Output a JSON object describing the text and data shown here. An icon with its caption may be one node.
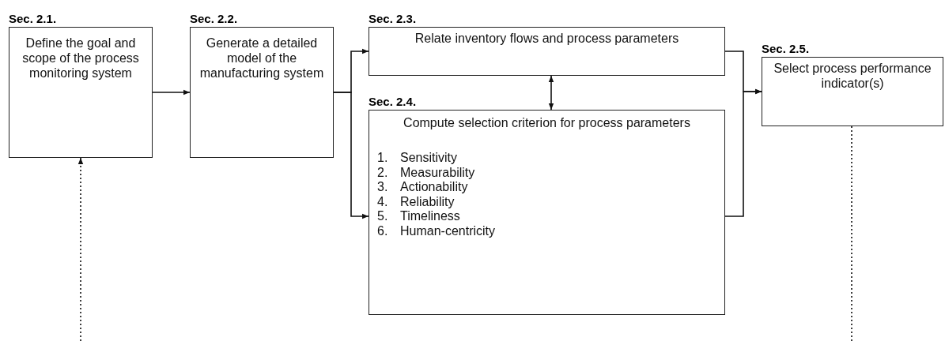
{
  "diagram": {
    "nodes": [
      {
        "text": [
          "Sec. 2.1.",
          "Define the goal and scope of the process monitoring system"
        ]
      },
      {
        "text": [
          "Sec. 2.2.",
          "Generate a detailed model of the manufacturing system"
        ]
      },
      {
        "text": [
          "Sec. 2.3.",
          "Relate inventory flows and process parameters"
        ]
      },
      {
        "text": [
          "Sec. 2.4.",
          "Compute selection criterion for process parameters",
          "1. Sensitivity",
          "2. Measurability",
          "3. Actionability",
          "4. Reliability",
          "5. Timeliness",
          "6. Human-centricity"
        ]
      },
      {
        "text": [
          "Sec. 2.5.",
          "Select process performance indicator(s)"
        ]
      }
    ],
    "edges": [
      {
        "from": 0,
        "to": 1,
        "arrow": "to"
      },
      {
        "from": 1,
        "to": 2,
        "arrow": "to"
      },
      {
        "from": 1,
        "to": 3,
        "arrow": "to"
      },
      {
        "from": 2,
        "to": 3,
        "arrow": "both"
      },
      {
        "from": 2,
        "to": 4,
        "arrow": "to"
      },
      {
        "from": 3,
        "to": 4,
        "arrow": "to"
      },
      {
        "from": null,
        "to": 0,
        "arrow": "to",
        "style": "dashed"
      },
      {
        "from": 4,
        "to": null,
        "arrow": "none",
        "style": "dashed"
      }
    ]
  }
}
